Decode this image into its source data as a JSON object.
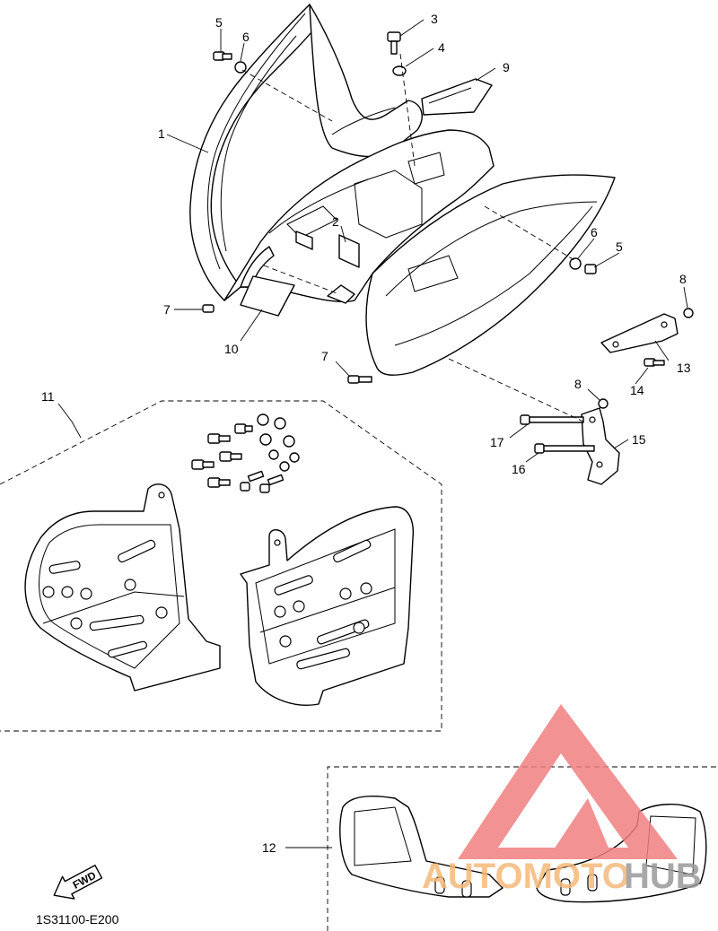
{
  "callouts": [
    {
      "id": "c1",
      "label": "1"
    },
    {
      "id": "c2",
      "label": "2"
    },
    {
      "id": "c3",
      "label": "3"
    },
    {
      "id": "c4",
      "label": "4"
    },
    {
      "id": "c5a",
      "label": "5"
    },
    {
      "id": "c5b",
      "label": "5"
    },
    {
      "id": "c6a",
      "label": "6"
    },
    {
      "id": "c6b",
      "label": "6"
    },
    {
      "id": "c7a",
      "label": "7"
    },
    {
      "id": "c7b",
      "label": "7"
    },
    {
      "id": "c8a",
      "label": "8"
    },
    {
      "id": "c8b",
      "label": "8"
    },
    {
      "id": "c9",
      "label": "9"
    },
    {
      "id": "c10",
      "label": "10"
    },
    {
      "id": "c11",
      "label": "11"
    },
    {
      "id": "c12",
      "label": "12"
    },
    {
      "id": "c13",
      "label": "13"
    },
    {
      "id": "c14",
      "label": "14"
    },
    {
      "id": "c15",
      "label": "15"
    },
    {
      "id": "c16",
      "label": "16"
    },
    {
      "id": "c17",
      "label": "17"
    }
  ],
  "fwd_label": "FWD",
  "diagram_code": "1S31100-E200",
  "watermark": {
    "part1": "AUTOMOTO",
    "part2": "HUB",
    "color_logo": "#f08080",
    "color_part1": "#f4b97a",
    "color_part2": "#9a9a9a"
  }
}
